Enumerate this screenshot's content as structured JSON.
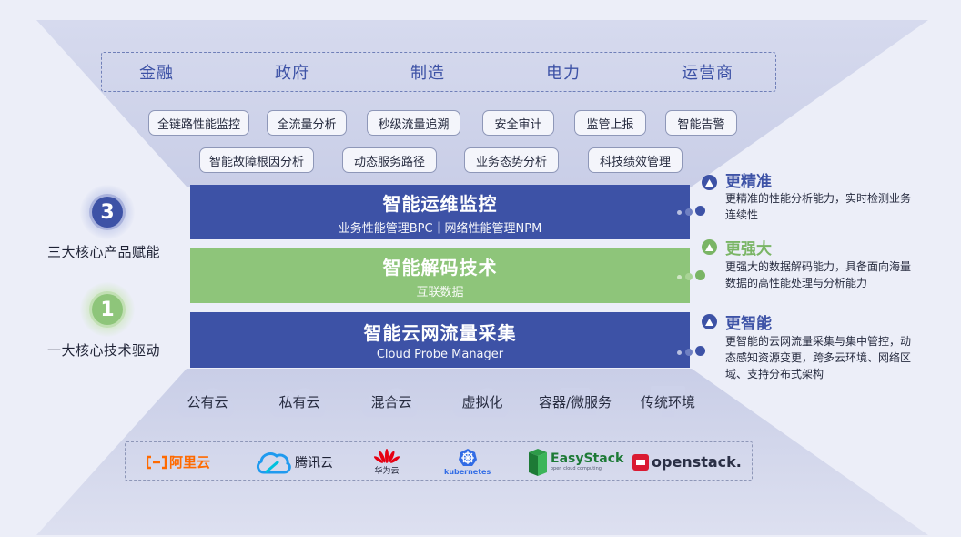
{
  "industries": [
    "金融",
    "政府",
    "制造",
    "电力",
    "运营商"
  ],
  "features_row1": [
    "全链路性能监控",
    "全流量分析",
    "秒级流量追溯",
    "安全审计",
    "监管上报",
    "智能告警"
  ],
  "features_row2": [
    "智能故障根因分析",
    "动态服务路径",
    "业务态势分析",
    "科技绩效管理"
  ],
  "bands": [
    {
      "title": "智能运维监控",
      "subtitle": "业务性能管理BPC｜网络性能管理NPM"
    },
    {
      "title": "智能解码技术",
      "subtitle": "互联数据"
    },
    {
      "title": "智能云网流量采集",
      "subtitle": "Cloud Probe Manager"
    }
  ],
  "right_features": [
    {
      "title": "更精准",
      "desc": "更精准的性能分析能力，实时检测业务连续性",
      "color": "#3d52a6",
      "icon": "triangle-icon"
    },
    {
      "title": "更强大",
      "desc": "更强大的数据解码能力，具备面向海量数据的高性能处理与分析能力",
      "color": "#7ab565",
      "icon": "triangle-icon"
    },
    {
      "title": "更智能",
      "desc": "更智能的云网流量采集与集中管控，动态感知资源变更，跨多云环境、网络区域、支持分布式架构",
      "color": "#3d52a6",
      "icon": "triangle-icon"
    }
  ],
  "left_items": [
    {
      "number": "3",
      "label": "三大核心产品赋能",
      "color": "#3d52a6"
    },
    {
      "number": "1",
      "label": "一大核心技术驱动",
      "color": "#8ec57a"
    }
  ],
  "environments": [
    "公有云",
    "私有云",
    "混合云",
    "虚拟化",
    "容器/微服务",
    "传统环境"
  ],
  "vendors": {
    "aliyun": "阿里云",
    "tencent": "腾讯云",
    "huawei": "华为云",
    "kubernetes": "kubernetes",
    "easystack": "EasyStack",
    "easystack_tag": "open cloud computing",
    "openstack": "openstack."
  },
  "colors": {
    "primary": "#3d52a6",
    "green": "#8ec57a",
    "background": "#eceef8"
  }
}
